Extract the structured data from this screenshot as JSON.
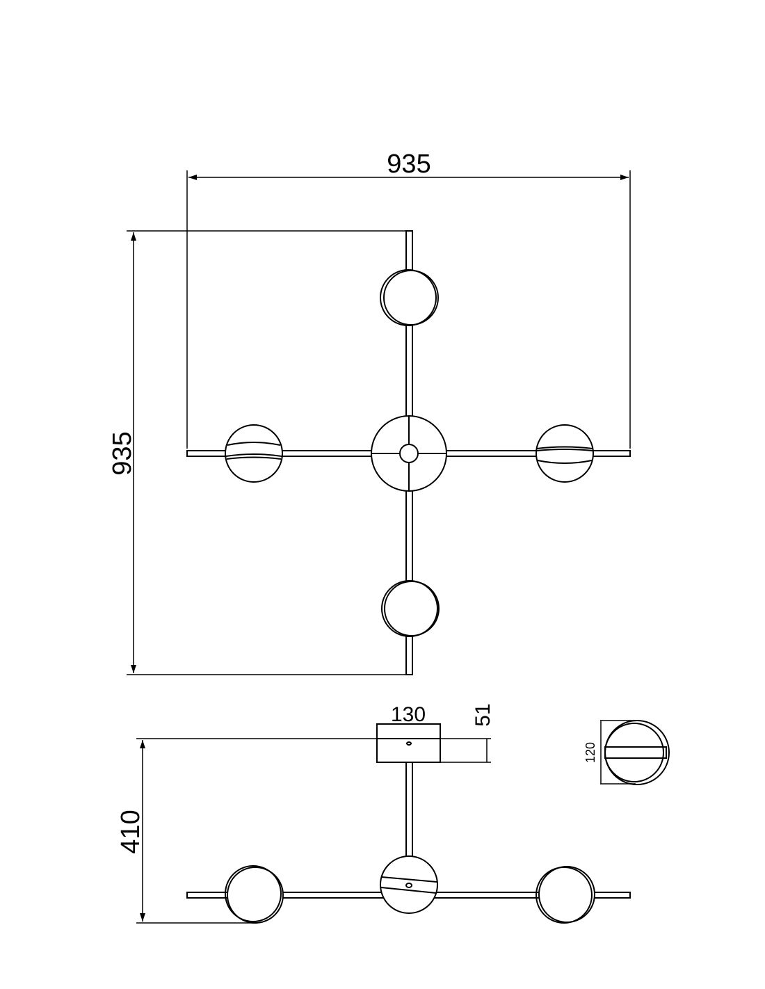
{
  "dimensions": {
    "plan_width": "935",
    "plan_height": "935",
    "canopy_width": "130",
    "canopy_height": "51",
    "total_height": "410",
    "shade_diameter": "120"
  },
  "colors": {
    "line": "#000000",
    "background": "#ffffff"
  }
}
